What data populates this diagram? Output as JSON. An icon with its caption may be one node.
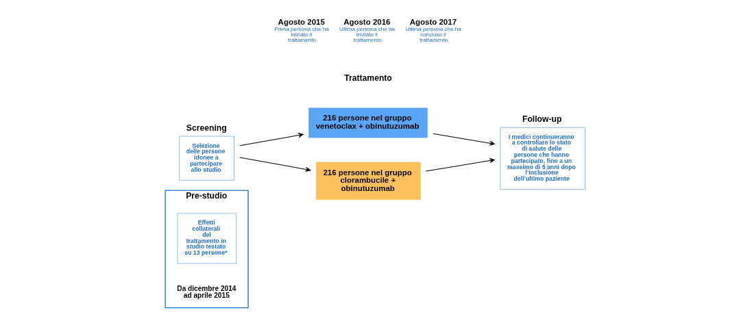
{
  "diagram": {
    "nodes": [
      {
        "text": [
          "Pre-studio"
        ]
      },
      {
        "text": [
          "Effetti collaterali del trattamento in studio testato su 13 persone*"
        ],
        "in": 0
      },
      {
        "text": [
          "Screening",
          "Selezione delle persone idonee a partecipare allo studio"
        ]
      },
      {
        "text": [
          "216 persone nel gruppo venetoclax + obinutuzumab"
        ]
      },
      {
        "text": [
          "216 persone nel gruppo clorambucile + obinutuzumab"
        ]
      },
      {
        "text": [
          "Follow-up",
          "I medici continueranno a controllare lo stato di salute delle persone che hanno partecipato, fino a un massimo di 5 anni dopo l’inclusione dell’ultimo paziente"
        ]
      }
    ],
    "edges": [
      {
        "from": 2,
        "to": 3,
        "arrow": "to"
      },
      {
        "from": 2,
        "to": 4,
        "arrow": "to"
      },
      {
        "from": 3,
        "to": 5,
        "arrow": "to"
      },
      {
        "from": 4,
        "to": 5,
        "arrow": "to"
      }
    ],
    "labels": [
      "Trattamento",
      "Da dicembre 2014 ad aprile 2015",
      "Agosto 2015",
      "Prima persona che ha iniziato il trattamento",
      "Agosto 2016",
      "Ultima persona che ha iniziato il trattamento",
      "Agosto 2017",
      "Ultima persona che ha concluso il trattamento"
    ]
  }
}
